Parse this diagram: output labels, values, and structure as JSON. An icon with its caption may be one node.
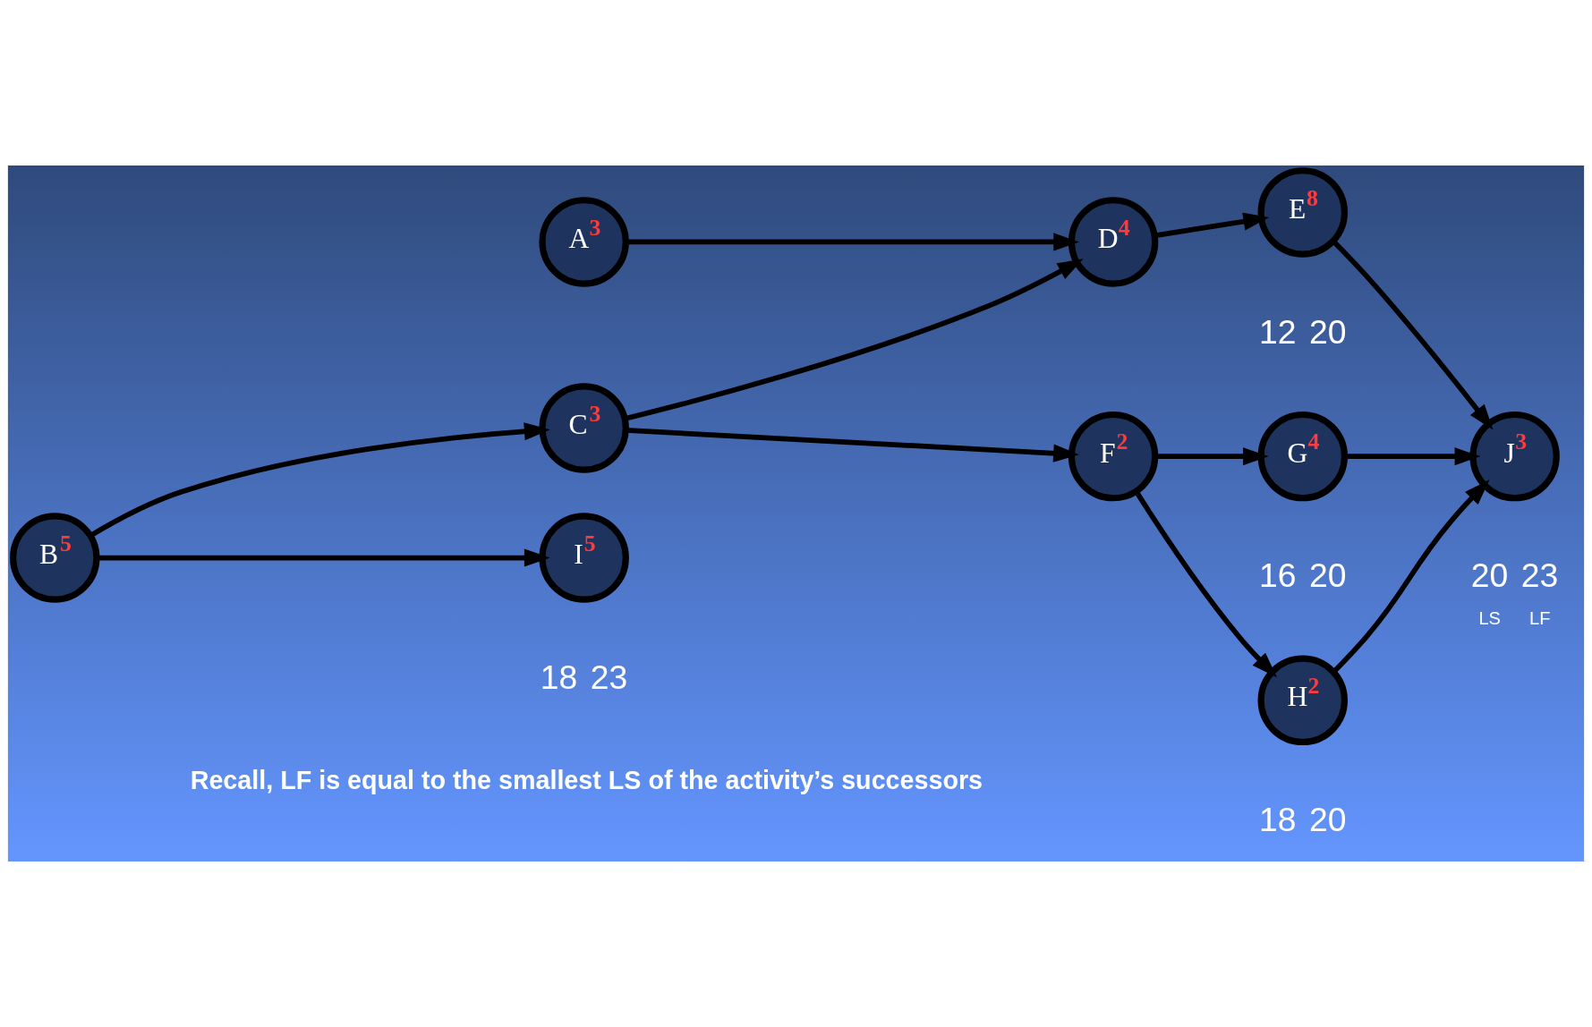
{
  "diagram": {
    "nodes": [
      {
        "text": [
          "A",
          "3"
        ]
      },
      {
        "text": [
          "D",
          "4"
        ]
      },
      {
        "text": [
          "E",
          "8"
        ],
        "beside": [
          "12",
          "20"
        ]
      },
      {
        "text": [
          "G",
          "4"
        ],
        "beside": [
          "16",
          "20"
        ]
      },
      {
        "text": [
          "J",
          "3"
        ],
        "beside": [
          "20",
          "23",
          "LS",
          "LF"
        ]
      },
      {
        "text": [
          "B",
          "5"
        ]
      },
      {
        "text": [
          "C",
          "3"
        ]
      },
      {
        "text": [
          "F",
          "2"
        ]
      },
      {
        "text": [
          "H",
          "2"
        ],
        "beside": [
          "18",
          "20"
        ]
      },
      {
        "text": [
          "I",
          "5"
        ],
        "beside": [
          "18",
          "23"
        ]
      }
    ],
    "edges": [
      {
        "from": 0,
        "to": 1,
        "arrow": "to"
      },
      {
        "from": 1,
        "to": 2,
        "arrow": "to"
      },
      {
        "from": 2,
        "to": 4,
        "arrow": "to"
      },
      {
        "from": 5,
        "to": 6,
        "arrow": "to"
      },
      {
        "from": 6,
        "to": 1,
        "arrow": "to"
      },
      {
        "from": 6,
        "to": 7,
        "arrow": "to"
      },
      {
        "from": 7,
        "to": 3,
        "arrow": "to"
      },
      {
        "from": 7,
        "to": 8,
        "arrow": "to"
      },
      {
        "from": 3,
        "to": 4,
        "arrow": "to"
      },
      {
        "from": 8,
        "to": 4,
        "arrow": "to"
      },
      {
        "from": 5,
        "to": 9,
        "arrow": "to"
      }
    ],
    "labels": [
      "Recall, LF is equal to the smallest LS of the activity’s successors"
    ]
  }
}
